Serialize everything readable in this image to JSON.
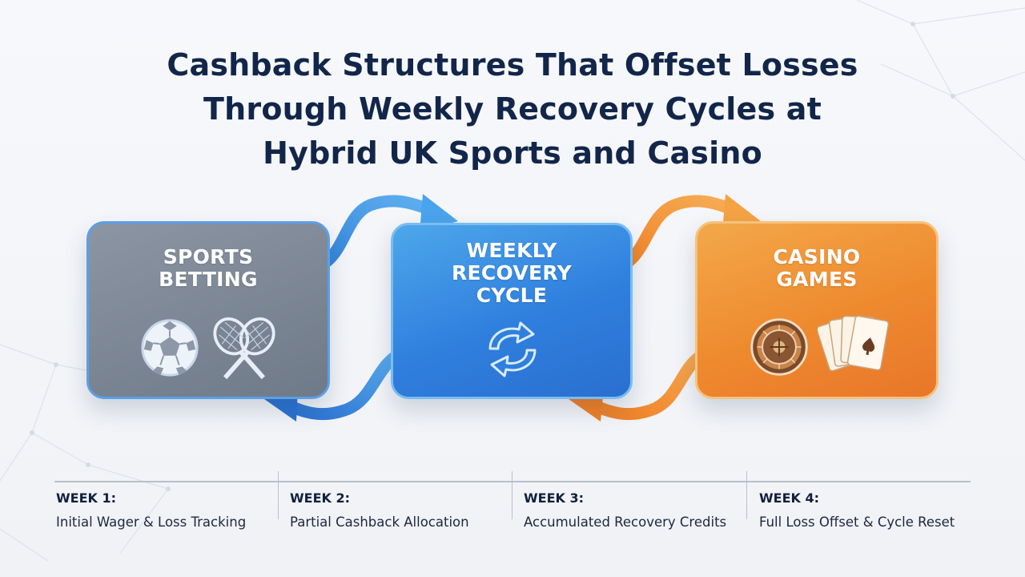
{
  "title": {
    "line1": "Cashback Structures That Offset Losses",
    "line2": "Through Weekly Recovery Cycles at",
    "line3": "Hybrid UK Sports and Casino"
  },
  "cards": {
    "sports": {
      "line1": "SPORTS",
      "line2": "BETTING",
      "icons": [
        "soccer-ball-icon",
        "tennis-rackets-icon"
      ]
    },
    "weekly": {
      "line1": "WEEKLY",
      "line2": "RECOVERY",
      "line3": "CYCLE",
      "icons": [
        "recycle-arrows-icon"
      ]
    },
    "casino": {
      "line1": "CASINO",
      "line2": "GAMES",
      "icons": [
        "roulette-wheel-icon",
        "playing-cards-icon"
      ]
    }
  },
  "colors": {
    "title": "#12264a",
    "sports_card": "#7f8a98",
    "weekly_card": "#3a8ce2",
    "casino_card": "#ef8a30",
    "blue_arrow": "#3f8fe0",
    "orange_arrow": "#f08a2c"
  },
  "timeline": [
    {
      "title": "WEEK 1:",
      "desc": "Initial Wager & Loss Tracking"
    },
    {
      "title": "WEEK 2:",
      "desc": "Partial Cashback Allocation"
    },
    {
      "title": "WEEK 3:",
      "desc": "Accumulated Recovery Credits"
    },
    {
      "title": "WEEK 4:",
      "desc": "Full Loss Offset & Cycle Reset"
    }
  ]
}
